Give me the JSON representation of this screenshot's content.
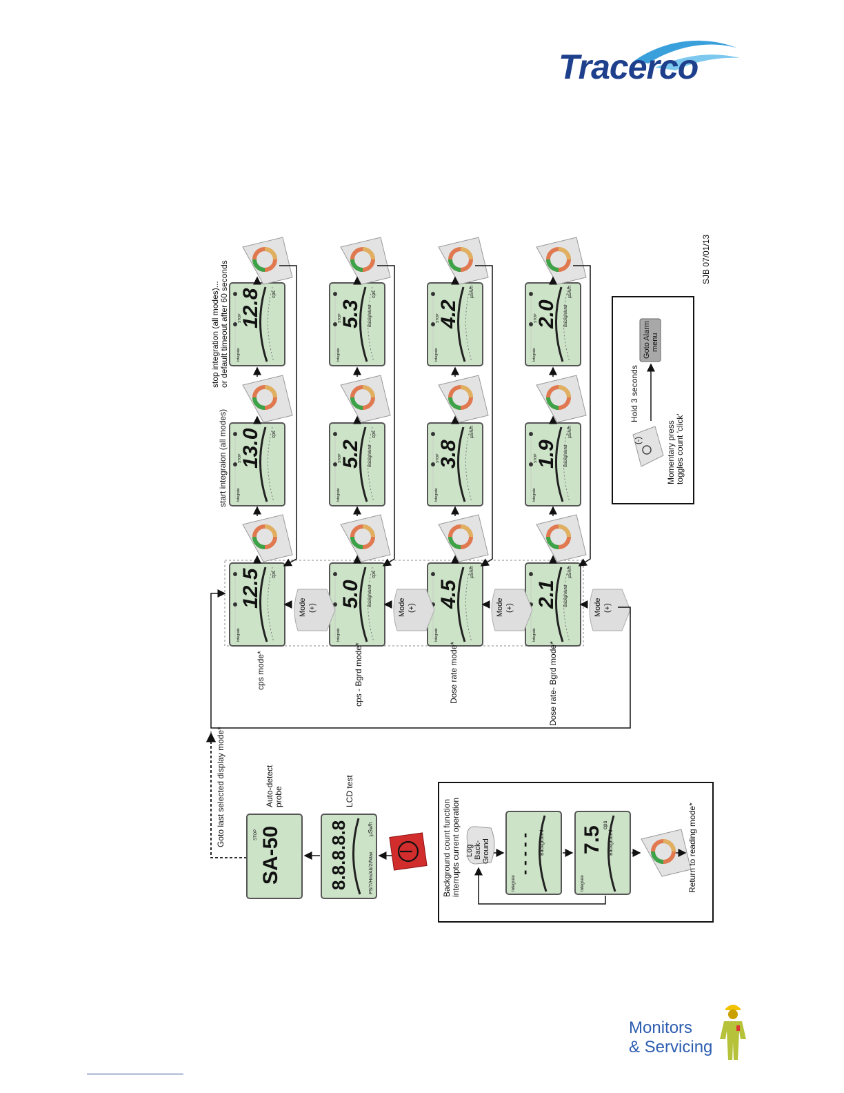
{
  "logos": {
    "tracerco": "Tracerco",
    "monitors_line1": "Monitors",
    "monitors_line2": "& Servicing"
  },
  "labels": {
    "start_integration": "start integraion (all modes)",
    "stop_integration_1": "stop integration (all modes)...",
    "stop_integration_2": "or default timeout after 60 seconds",
    "sjb_code": "SJB 07/01/13",
    "hold_3_seconds": "Hold 3 seconds",
    "goto_alarm_1": "Goto Alarm",
    "goto_alarm_2": "menu",
    "minus_key": "(-)",
    "momentary_1": "Momentary press",
    "momentary_2": "toggles count 'click'",
    "goto_last_mode": "Goto last selected display mode*",
    "auto_detect_1": "Auto-detect",
    "auto_detect_2": "probe",
    "lcd_test": "LCD test",
    "bg_count_1": "Background count function",
    "bg_count_2": "interrupts current operation",
    "log_1": "Log",
    "log_2": "Back-",
    "log_3": "Ground",
    "return_to_reading": "Return to reading mode*",
    "mode_1": "Mode",
    "mode_2": "(+)"
  },
  "rows": [
    {
      "mode_label": "cps mode*",
      "unit": "cps",
      "value_main": "12.5",
      "value_start": "13.0",
      "value_stop": "12.8",
      "background": false
    },
    {
      "mode_label": "cps - Bgrd mode*",
      "unit": "cps",
      "value_main": "5.0",
      "value_start": "5.2",
      "value_stop": "5.3",
      "background": true
    },
    {
      "mode_label": "Dose rate mode*",
      "unit": "µSv/h",
      "value_main": "4.5",
      "value_start": "3.8",
      "value_stop": "4.2",
      "background": false
    },
    {
      "mode_label": "Dose rate- Bgrd mode*",
      "unit": "µSv/h",
      "value_main": "2.1",
      "value_start": "1.9",
      "value_stop": "2.0",
      "background": true
    }
  ],
  "lcd_texts": {
    "probe_display": "SA-50",
    "lcd_test_display": "8.8.8.8.8",
    "bg_dashes": "- - - - -",
    "bg_result": "7.5",
    "lcd_test_unit": "µSv/h",
    "lcd_test_probe_codes": "PS/7/Hm/Ab/2t/Max",
    "bg_result_unit": "cps",
    "background_tag": "Background",
    "integrate_tag": "Integrate",
    "stop_tag": "STOP"
  }
}
